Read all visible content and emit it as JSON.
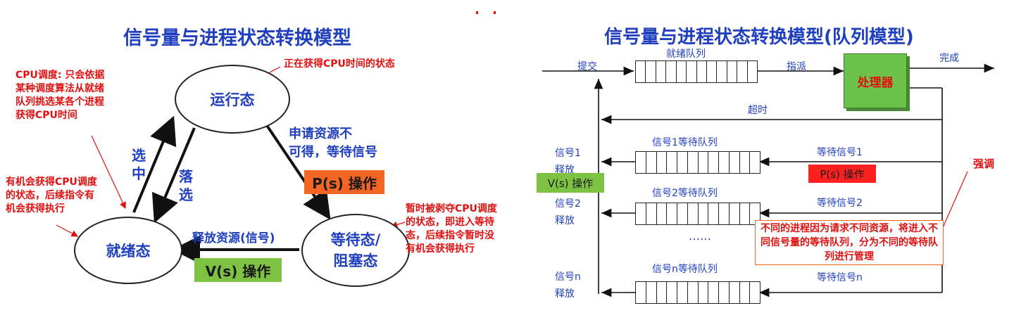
{
  "left": {
    "title": "信号量与进程状态转换模型",
    "states": {
      "running": "运行态",
      "ready": "就绪态",
      "waiting_line1": "等待态/",
      "waiting_line2": "阻塞态"
    },
    "edges": {
      "select_line1": "选",
      "select_line2": "中",
      "drop_line1": "落",
      "drop_line2": "选",
      "request_line1": "申请资源不",
      "request_line2": "可得，等待信号",
      "release": "释放资源(信号)"
    },
    "ops": {
      "p": "P(s) 操作",
      "v": "V(s) 操作"
    },
    "notes": {
      "running": "正在获得CPU时间的状态",
      "cpu_sched": "CPU调度: 只会依据某种调度算法从就绪队列挑选某各个进程获得CPU时间",
      "ready": "有机会获得CPU调度的状态，后续指令有机会获得执行",
      "waiting": "暂时被剥夺CPU调度的状态，即进入等待态，后续指令暂时没有机会获得执行"
    },
    "colors": {
      "p_bg": "#f26522",
      "v_bg": "#7dc242",
      "title": "#1f3fbf",
      "note": "#e01010"
    }
  },
  "right": {
    "title": "信号量与进程状态转换模型(队列模型)",
    "submit": "提交",
    "ready_queue": "就绪队列",
    "dispatch": "指派",
    "processor": "处理器",
    "done": "完成",
    "timeout": "超时",
    "queues": [
      {
        "label": "信号1等待队列",
        "wait": "等待信号1",
        "release_line1": "信号1",
        "release_line2": "释放"
      },
      {
        "label": "信号2等待队列",
        "wait": "等待信号2",
        "release_line1": "信号2",
        "release_line2": "释放"
      },
      {
        "label": "信号n等待队列",
        "wait": "等待信号n",
        "release_line1": "信号n",
        "release_line2": "释放"
      }
    ],
    "ellipsis": "……",
    "p_op": "P(s) 操作",
    "v_op": "V(s) 操作",
    "emphasis": "强调",
    "emphasis_note": "不同的进程因为请求不同资源，将进入不同信号量的等待队列，分为不同的等待队列进行管理",
    "colors": {
      "processor": "#6dc24b",
      "p_bg": "#ff2020",
      "v_bg": "#7dc242"
    }
  }
}
